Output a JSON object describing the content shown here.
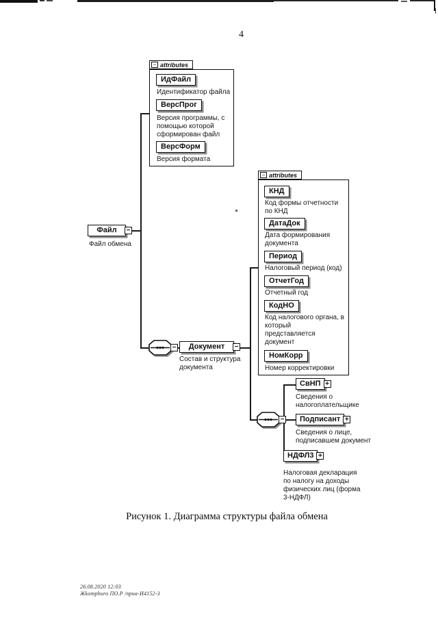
{
  "page": {
    "number": "4",
    "caption": "Рисунок 1. Диаграмма структуры файла обмена",
    "stamp": {
      "line1": "26.08.2020 12:03",
      "line2": "Жkompburo ПО.Р /прна-И4152-3"
    }
  },
  "icons": {
    "collapse_glyph": "−",
    "expand_glyph": "+"
  },
  "diagram": {
    "root": {
      "label": "Файл",
      "annotation": "Файл обмена"
    },
    "attr_group1": {
      "header": "attributes",
      "items": [
        {
          "name": "ИдФайл",
          "annotation": "Идентификатор файла"
        },
        {
          "name": "ВерсПрог",
          "annotation": "Версия программы, с\nпомощью которой\nсформирован файл"
        },
        {
          "name": "ВерсФорм",
          "annotation": "Версия формата"
        }
      ]
    },
    "document_element": {
      "label": "Документ",
      "annotation": "Состав и структура\nдокумента"
    },
    "attr_group2": {
      "header": "attributes",
      "items": [
        {
          "name": "КНД",
          "annotation": "Код формы отчетности\nпо КНД"
        },
        {
          "name": "ДатаДок",
          "annotation": "Дата формирования\nдокумента"
        },
        {
          "name": "Период",
          "annotation": "Налоговый период (код)"
        },
        {
          "name": "ОтчетГод",
          "annotation": "Отчетный год"
        },
        {
          "name": "КодНО",
          "annotation": "Код налогового органа, в\nкоторый\nпредставляется\nдокумент"
        },
        {
          "name": "НомКорр",
          "annotation": "Номер корректировки"
        }
      ]
    },
    "children": [
      {
        "label": "СвНП",
        "annotation": "Сведения о\nналогоплательщике"
      },
      {
        "label": "Подписант",
        "annotation": "Сведения о лице,\nподписавшем документ"
      },
      {
        "label": "НДФЛ3",
        "annotation": "Налоговая декларация\nпо налогу на доходы\nфизических лиц (форма\n3-НДФЛ)"
      }
    ]
  }
}
